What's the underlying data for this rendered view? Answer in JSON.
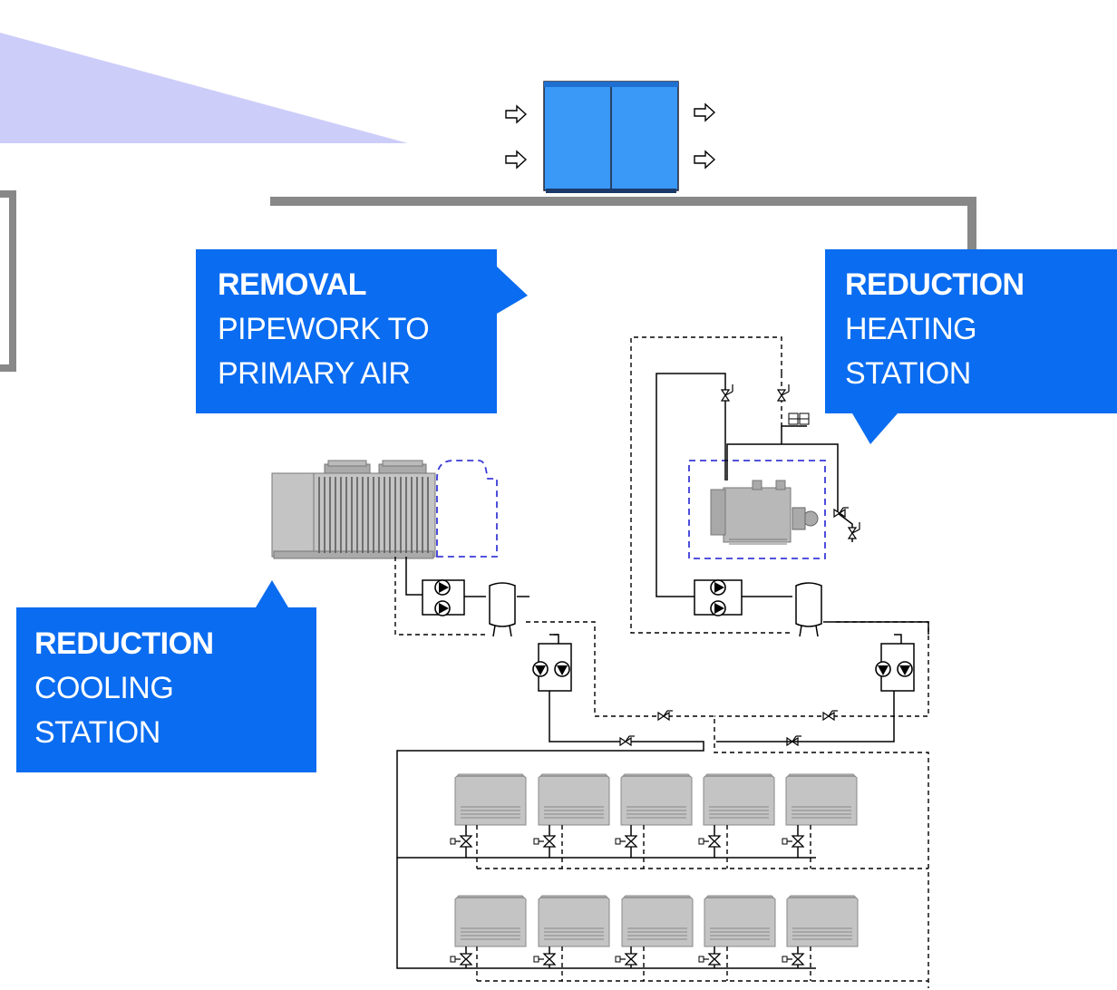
{
  "callouts": {
    "removal": {
      "title": "REMOVAL",
      "line1": "PIPEWORK TO",
      "line2": "PRIMARY AIR"
    },
    "heating": {
      "title": "REDUCTION",
      "line1": "HEATING",
      "line2": "STATION"
    },
    "cooling": {
      "title": "REDUCTION",
      "line1": "COOLING",
      "line2": "STATION"
    }
  },
  "colors": {
    "callout_blue": "#0a6cf0",
    "ahu_blue": "#3a98f6",
    "duct_gray": "#888888",
    "equipment_gray": "#c4c4c4",
    "light_violet": "#cdcdfa",
    "highlight_dashed": "#3a3ad8"
  },
  "icons": [
    "airflow-arrow-icon",
    "pump-icon",
    "valve-icon",
    "expansion-tank-icon",
    "fan-coil-unit-icon"
  ]
}
